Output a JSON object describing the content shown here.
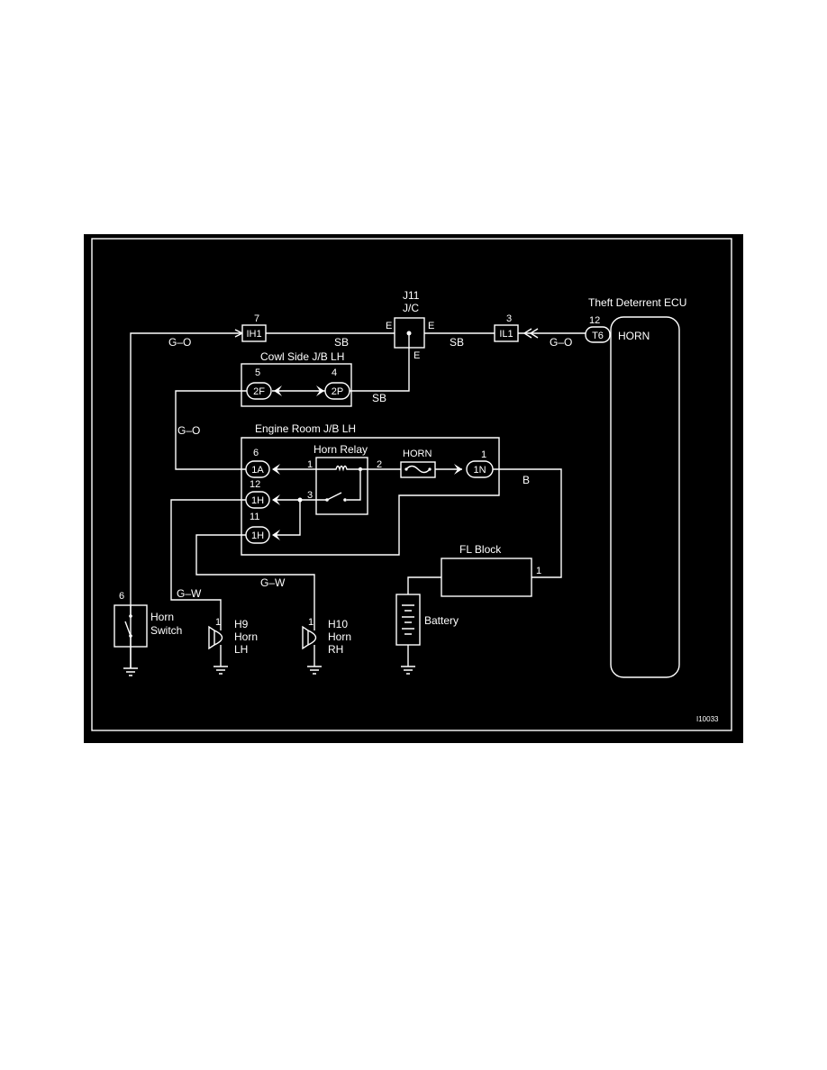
{
  "colors": {
    "background": "#000000",
    "wire": "#ffffff",
    "page": "#ffffff"
  },
  "ecu": {
    "title": "Theft Deterrent ECU",
    "pin": "12",
    "connector": "T6",
    "terminal": "HORN"
  },
  "jc": {
    "code": "J11",
    "name": "J/C",
    "pin_left": "E",
    "pin_right": "E",
    "pin_bottom": "E"
  },
  "connectors": {
    "ih1": {
      "pin": "7",
      "label": "IH1"
    },
    "il1": {
      "pin": "3",
      "label": "IL1"
    }
  },
  "cowl_jb": {
    "title": "Cowl Side J/B LH",
    "left_pin": "5",
    "left_label": "2F",
    "right_pin": "4",
    "right_label": "2P"
  },
  "engine_jb": {
    "title": "Engine Room J/B LH",
    "relay_title": "Horn Relay",
    "fuse_label": "HORN",
    "relay_pin1": "1",
    "relay_pin2": "2",
    "relay_pin3": "3",
    "conn_1a_pin": "6",
    "conn_1a_label": "1A",
    "conn_1h_a_pin": "12",
    "conn_1h_a_label": "1H",
    "conn_1h_b_pin": "11",
    "conn_1h_b_label": "1H",
    "conn_1n_pin": "1",
    "conn_1n_label": "1N"
  },
  "fl_block": {
    "title": "FL Block",
    "pin": "1"
  },
  "battery": {
    "label": "Battery"
  },
  "wires": {
    "go_top_left": "G–O",
    "sb_left": "SB",
    "sb_right": "SB",
    "go_top_right": "G–O",
    "sb_cowl": "SB",
    "go_left": "G–O",
    "b_right": "B",
    "gw_left": "G–W",
    "gw_mid": "G–W"
  },
  "horn_switch": {
    "pin": "6",
    "line1": "Horn",
    "line2": "Switch"
  },
  "horn_lh": {
    "pin": "1",
    "code": "H9",
    "line1": "Horn",
    "line2": "LH"
  },
  "horn_rh": {
    "pin": "1",
    "code": "H10",
    "line1": "Horn",
    "line2": "RH"
  },
  "figure_id": "I10033"
}
